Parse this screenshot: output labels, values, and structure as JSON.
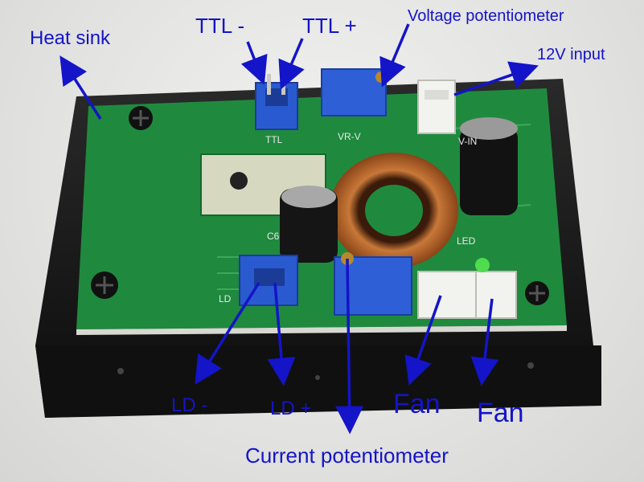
{
  "labels": {
    "heat_sink": "Heat sink",
    "ttl_minus": "TTL -",
    "ttl_plus": "TTL +",
    "voltage_pot": "Voltage potentiometer",
    "input_12v": "12V input",
    "ld_minus": "LD -",
    "ld_plus": "LD +",
    "fan_1": "Fan",
    "fan_2": "Fan",
    "current_pot": "Current potentiometer"
  },
  "silkscreen": {
    "ttl": "TTL",
    "vr_v": "VR-V",
    "v_in": "V-IN",
    "led": "LED",
    "c6": "C6",
    "ld": "LD"
  },
  "colors": {
    "label_blue": "#1414c8",
    "pcb_green": "#1f8a3e",
    "enclosure": "#141414",
    "copper": "#b5652a",
    "connector_blue": "#2a5ad0",
    "connector_white": "#f2f2ee"
  }
}
